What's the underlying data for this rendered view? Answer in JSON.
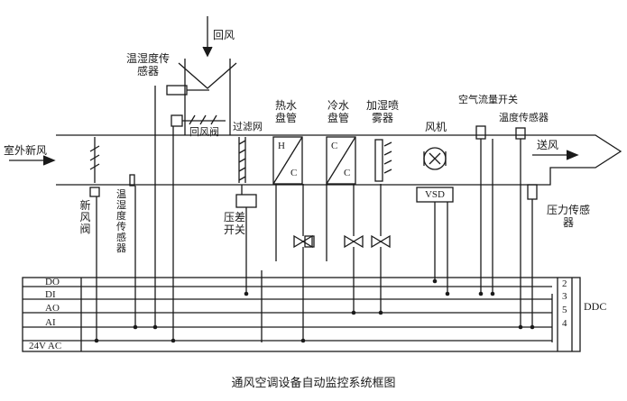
{
  "diagram": {
    "caption": "通风空调设备自动监控系统框图",
    "labels": {
      "return_air": "回风",
      "temp_humidity_sensor_top": "温湿度传感器",
      "return_air_damper": "回风阀",
      "filter_screen": "过滤网",
      "hot_water_coil": "热水盘管",
      "cold_water_coil": "冷水盘管",
      "humidifier_sprayer": "加湿喷雾器",
      "fan": "风机",
      "air_flow_switch": "空气流量开关",
      "temp_sensor_right": "温度传感器",
      "outdoor_fresh_air": "室外新风",
      "supply_air": "送风",
      "fresh_air_damper": "新风阀",
      "temp_humidity_sensor_bottom": "温湿度传感器",
      "differential_pressure_switch": "压差开关",
      "pressure_sensor": "压力传感器",
      "vsd": "VSD",
      "hot_coil_letters": [
        "H",
        "C"
      ],
      "cold_coil_letters": [
        "C",
        "C"
      ]
    },
    "bus": {
      "lines": [
        {
          "name": "DO",
          "number": "2"
        },
        {
          "name": "DI",
          "number": "3"
        },
        {
          "name": "AO",
          "number": "5"
        },
        {
          "name": "AI",
          "number": "4"
        },
        {
          "name": "24V AC",
          "number": ""
        }
      ],
      "controller": "DDC"
    }
  }
}
